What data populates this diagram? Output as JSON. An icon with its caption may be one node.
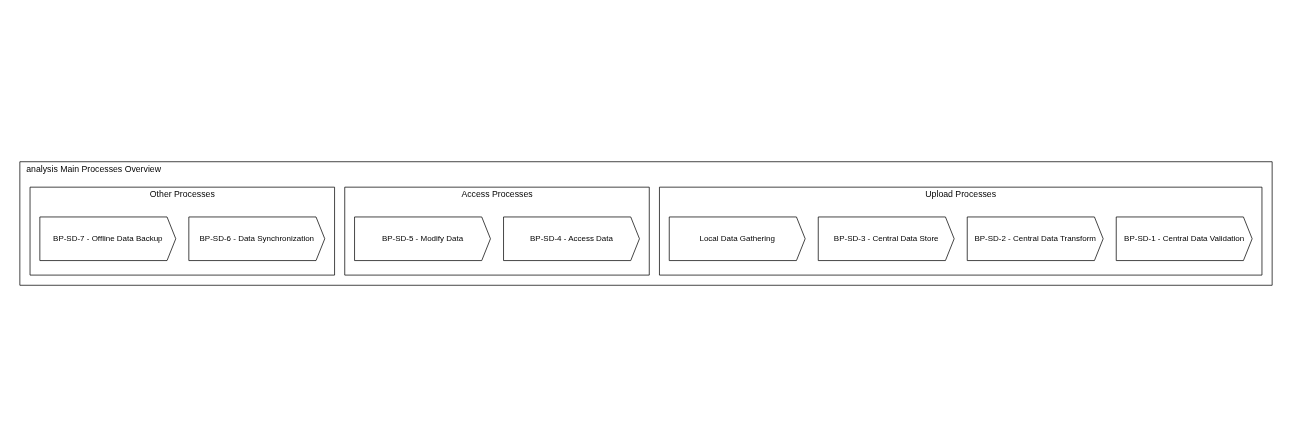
{
  "diagram": {
    "nodes": [
      {
        "text": [
          "analysis Main Processes Overview"
        ]
      },
      {
        "text": [
          "Upload Processes"
        ],
        "in": 0
      },
      {
        "text": [
          "BP-SD-1 - Central Data Validation"
        ],
        "in": 1
      },
      {
        "text": [
          "BP-SD-2 - Central Data Transform"
        ],
        "in": 1
      },
      {
        "text": [
          "BP-SD-3 - Central Data Store"
        ],
        "in": 1
      },
      {
        "text": [
          "Local Data Gathering"
        ],
        "in": 1
      },
      {
        "text": [
          "Access Processes"
        ],
        "in": 0
      },
      {
        "text": [
          "BP-SD-4 - Access Data"
        ],
        "in": 6
      },
      {
        "text": [
          "BP-SD-5 - Modify Data"
        ],
        "in": 6
      },
      {
        "text": [
          "Other Processes"
        ],
        "in": 0
      },
      {
        "text": [
          "BP-SD-6 - Data Synchronization"
        ],
        "in": 9
      },
      {
        "text": [
          "BP-SD-7 - Offline Data Backup"
        ],
        "in": 9
      }
    ]
  }
}
